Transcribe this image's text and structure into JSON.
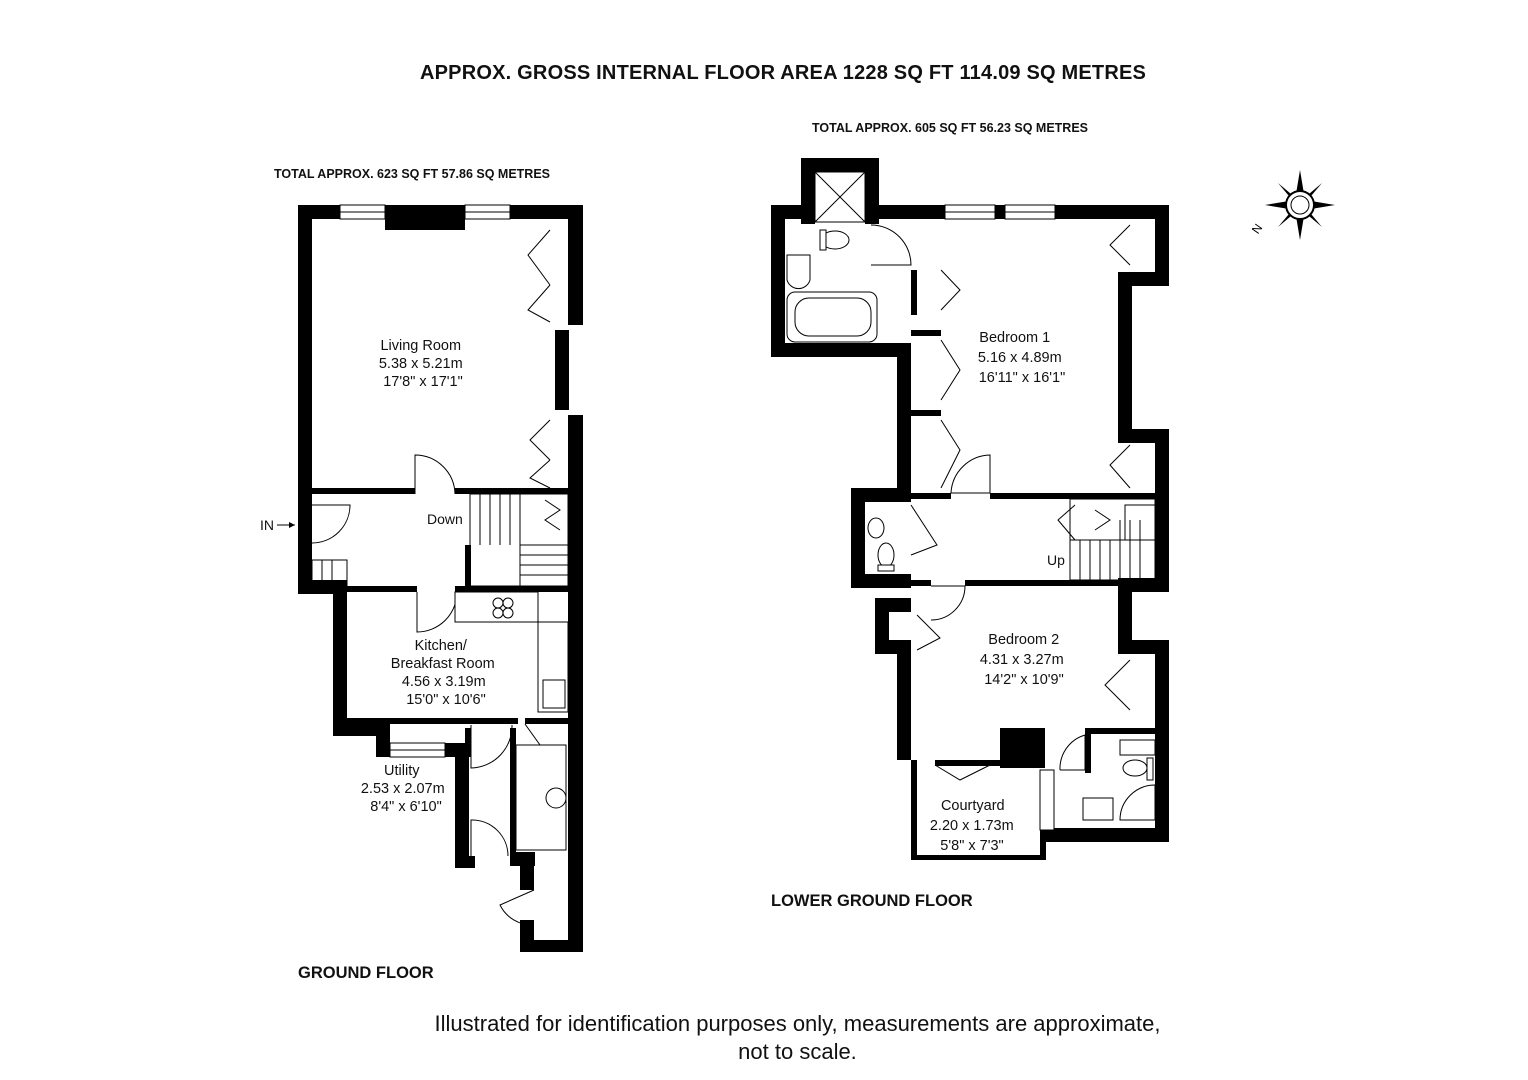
{
  "header": {
    "title": "APPROX. GROSS INTERNAL FLOOR AREA 1228 SQ FT 114.09 SQ METRES"
  },
  "ground_floor": {
    "total": "TOTAL APPROX.  623 SQ FT  57.86 SQ METRES",
    "label": "GROUND FLOOR",
    "entrance": "IN",
    "stairs_label": "Down",
    "rooms": [
      {
        "name": "Living Room",
        "metric": "5.38 x 5.21m",
        "imperial": "17'8\" x 17'1\""
      },
      {
        "name": "Kitchen/",
        "name2": "Breakfast Room",
        "metric": "4.56 x 3.19m",
        "imperial": "15'0\" x 10'6\""
      },
      {
        "name": "Utility",
        "metric": "2.53 x 2.07m",
        "imperial": "8'4\" x 6'10\""
      }
    ]
  },
  "lower_ground_floor": {
    "total": "TOTAL APPROX.  605 SQ FT  56.23 SQ METRES",
    "label": "LOWER GROUND FLOOR",
    "stairs_label": "Up",
    "rooms": [
      {
        "name": "Bedroom 1",
        "metric": "5.16 x 4.89m",
        "imperial": "16'11\" x 16'1\""
      },
      {
        "name": "Bedroom 2",
        "metric": "4.31 x 3.27m",
        "imperial": "14'2\" x 10'9\""
      },
      {
        "name": "Courtyard",
        "metric": "2.20 x 1.73m",
        "imperial": "5'8\" x 7'3\""
      }
    ]
  },
  "compass": {
    "icon": "compass-rose-icon",
    "label": "N"
  },
  "disclaimer": {
    "line1": "Illustrated for identification purposes only, measurements are approximate,",
    "line2": "not to scale."
  }
}
